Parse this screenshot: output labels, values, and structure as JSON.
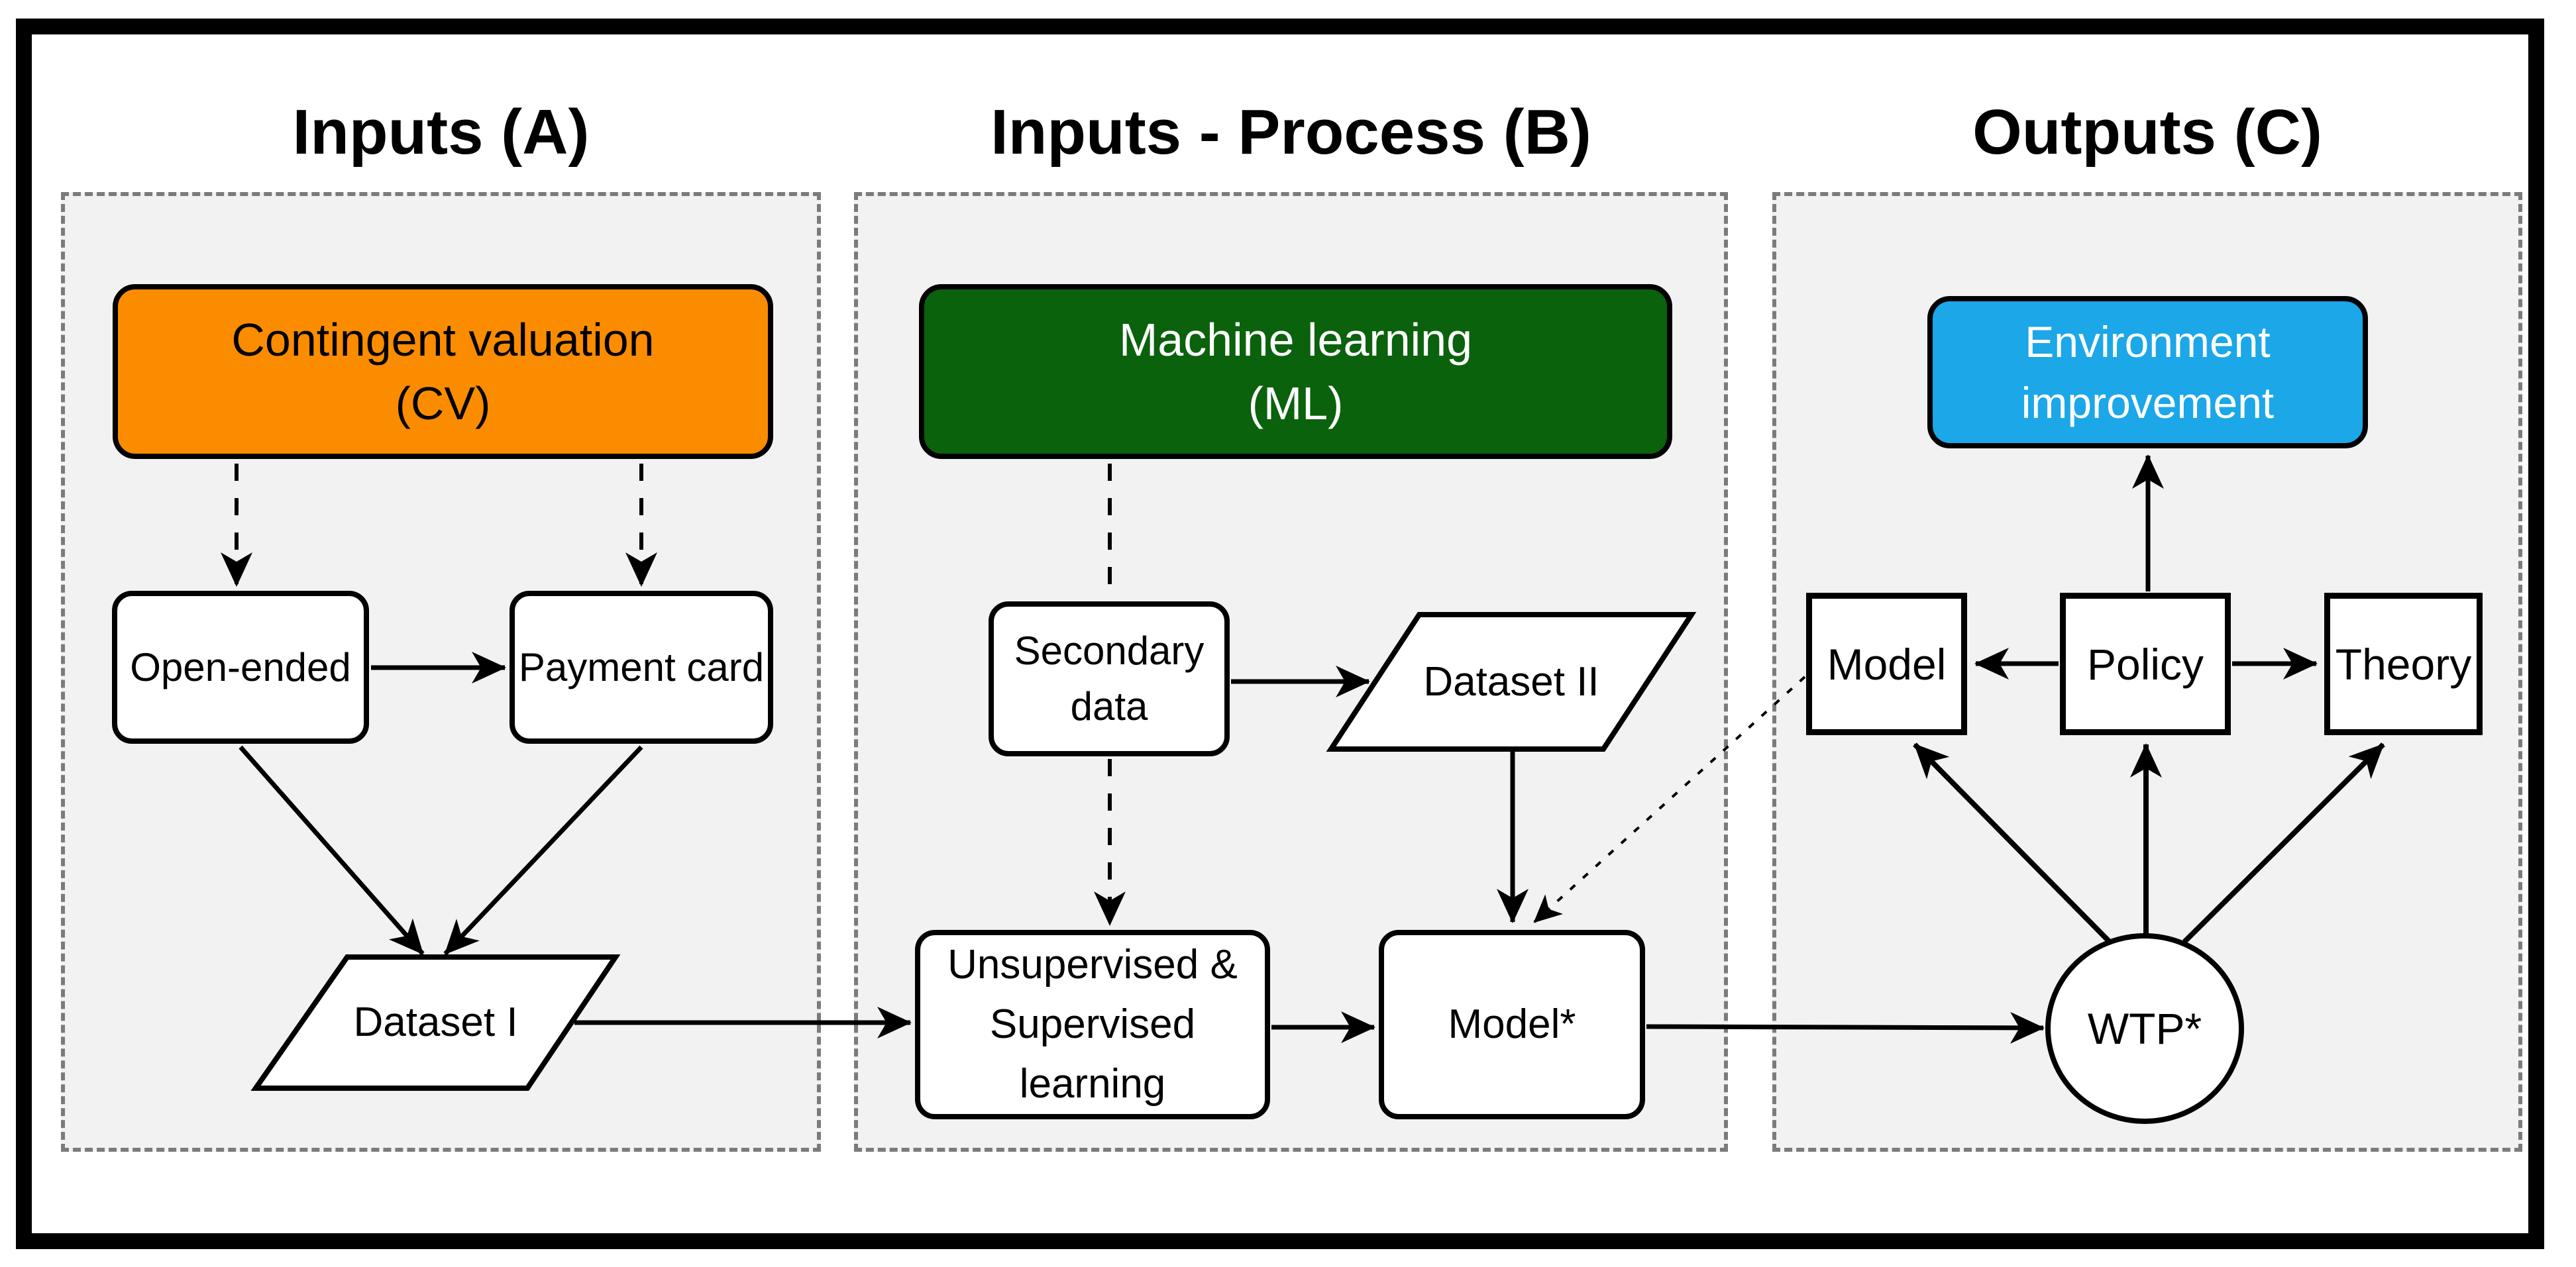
{
  "figure": {
    "type": "flowchart",
    "description_visible_text_only": true
  },
  "colors": {
    "cv_fill": "#FB8C00",
    "ml_fill": "#0A620C",
    "env_fill": "#1BA7E8",
    "panel_fill": "#F2F2F2",
    "panel_border": "#7B7B7B",
    "node_fill": "#FFFFFF",
    "line": "#000000"
  },
  "panels": [
    {
      "title": "Inputs (A)",
      "nodes": {
        "cv": {
          "label_line1": "Contingent valuation",
          "label_line2": "(CV)"
        },
        "open_ended": {
          "label": "Open-ended"
        },
        "payment_card": {
          "label": "Payment card"
        },
        "dataset1": {
          "label": "Dataset I"
        }
      }
    },
    {
      "title": "Inputs - Process (B)",
      "nodes": {
        "ml": {
          "label_line1": "Machine learning",
          "label_line2": "(ML)"
        },
        "secondary_data": {
          "label_line1": "Secondary",
          "label_line2": "data"
        },
        "dataset2": {
          "label": "Dataset II"
        },
        "learning": {
          "label_line1": "Unsupervised &",
          "label_line2": "Supervised",
          "label_line3": "learning"
        },
        "model_star": {
          "label": "Model*"
        }
      }
    },
    {
      "title": "Outputs (C)",
      "nodes": {
        "env": {
          "label_line1": "Environment",
          "label_line2": "improvement"
        },
        "model": {
          "label": "Model"
        },
        "policy": {
          "label": "Policy"
        },
        "theory": {
          "label": "Theory"
        },
        "wtp": {
          "label": "WTP*"
        }
      }
    }
  ]
}
